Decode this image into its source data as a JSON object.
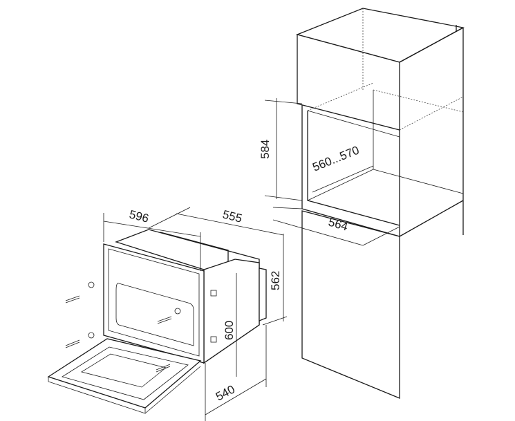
{
  "diagram": {
    "cabinet": {
      "niche_height": "584",
      "niche_depth": "560...570",
      "niche_width": "564"
    },
    "oven": {
      "width": "596",
      "depth": "555",
      "body_height": "562",
      "front_height": "600",
      "body_depth": "540"
    }
  }
}
